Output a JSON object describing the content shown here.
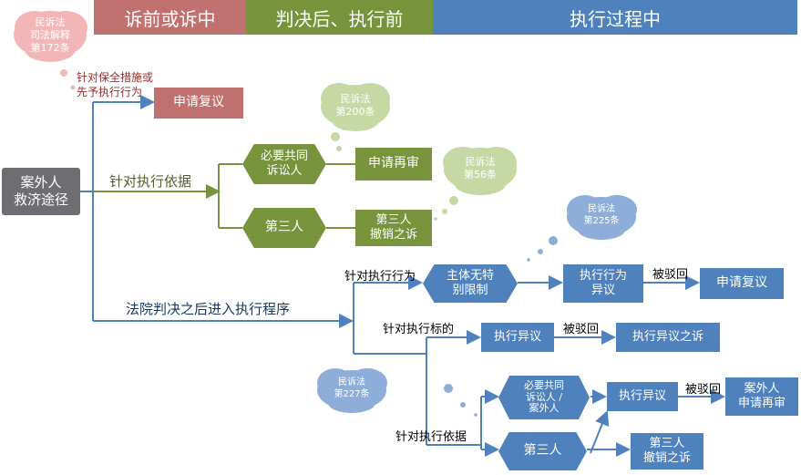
{
  "colors": {
    "pink_band": "#C0706E",
    "green_band": "#77933C",
    "blue_band": "#4F81BD",
    "arrow": "#4F81BD"
  },
  "header": {
    "band1": "诉前或诉中",
    "band2": "判决后、执行前",
    "band3": "执行过程中"
  },
  "clouds": {
    "c172": {
      "line1": "民诉法",
      "line2": "司法解释",
      "line3": "第172条"
    },
    "c200": {
      "line1": "民诉法",
      "line2": "第200条"
    },
    "c56": {
      "line1": "民诉法",
      "line2": "第56条"
    },
    "c225": {
      "line1": "民诉法",
      "line2": "第225条"
    },
    "c227": {
      "line1": "民诉法",
      "line2": "第227条"
    }
  },
  "root": {
    "line1": "案外人",
    "line2": "救济途径"
  },
  "branch1": {
    "label_line1": "针对保全措施或",
    "label_line2": "先予执行行为",
    "box": "申请复议"
  },
  "branch2": {
    "label": "针对执行依据",
    "hex1_line1": "必要共同",
    "hex1_line2": "诉讼人",
    "box1": "申请再审",
    "hex2": "第三人",
    "box2_line1": "第三人",
    "box2_line2": "撤销之诉"
  },
  "branch3": {
    "label": "法院判决之后进入执行程序",
    "sub1": {
      "label": "针对执行行为",
      "hex_line1": "主体无特",
      "hex_line2": "别限制",
      "box1_line1": "执行行为",
      "box1_line2": "异议",
      "reject": "被驳回",
      "box2": "申请复议"
    },
    "sub2": {
      "label": "针对执行标的",
      "box1": "执行异议",
      "reject": "被驳回",
      "box2": "执行异议之诉"
    },
    "sub3": {
      "label": "针对执行依据",
      "hex1_line1": "必要共同",
      "hex1_line2": "诉讼人 /",
      "hex1_line3": "案外人",
      "box1": "执行异议",
      "reject": "被驳回",
      "box2_line1": "案外人",
      "box2_line2": "申请再审",
      "hex2": "第三人",
      "box3_line1": "第三人",
      "box3_line2": "撤销之诉"
    }
  }
}
